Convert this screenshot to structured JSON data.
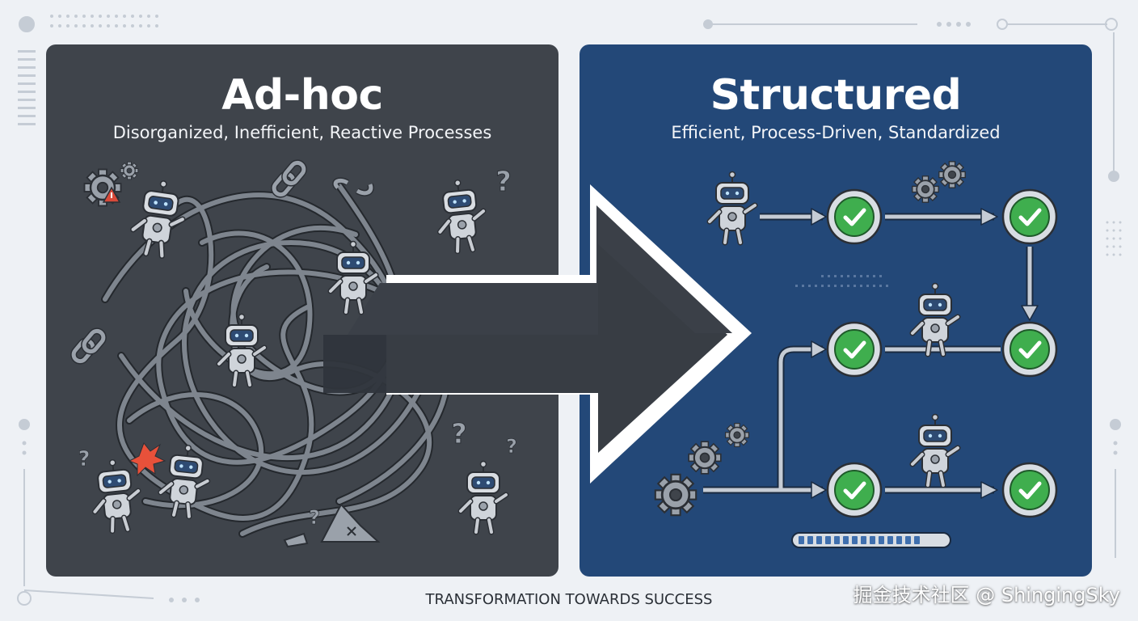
{
  "left": {
    "title": "Ad-hoc",
    "subtitle": "Disorganized, Inefficient, Reactive Processes",
    "bg_color": "#3f444b"
  },
  "right": {
    "title": "Structured",
    "subtitle": "Efficient, Process-Driven, Standardized",
    "bg_color": "#234878",
    "check_color": "#3fae4e"
  },
  "caption": "TRANSFORMATION TOWARDS SUCCESS",
  "watermark": "掘金技术社区 @ ShingingSky",
  "icons": [
    "robot-icon",
    "gear-icon",
    "question-mark-icon",
    "broken-chain-icon",
    "warning-icon",
    "checkmark-icon",
    "transition-arrow-icon",
    "progress-bar"
  ]
}
